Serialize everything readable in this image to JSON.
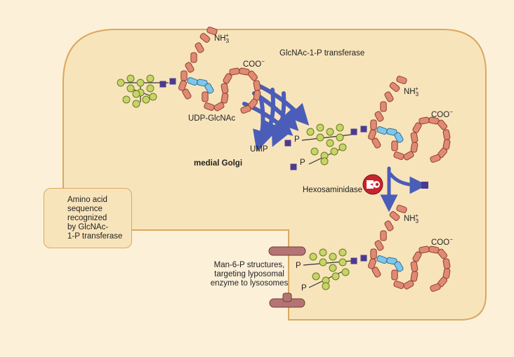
{
  "labels": {
    "enzyme_transferase": "GlcNAc-1-P transferase",
    "donor": "UDP-GlcNAc",
    "byproduct": "UMP",
    "compartment": "medial Golgi",
    "enzyme_hexosaminidase": "Hexosaminidase",
    "man6p_note": "Man-6-P structures,\ntargeting lyposomal\nenzyme to lysosomes",
    "legend": "Amino acid\nsequence\nrecognized\nby GlcNAc-\n1-P transferase",
    "n_terminus": "NH",
    "n_terminus_sub": "3",
    "n_terminus_sup": "+",
    "c_terminus": "COO",
    "c_terminus_sup": "−",
    "phosphate": "P"
  },
  "colors": {
    "background": "#fdf0d9",
    "golgi_fill": "#f8e4bb",
    "golgi_stroke": "#d9a860",
    "amino_acid": "#e08a73",
    "amino_acid_stroke": "#8e3e2e",
    "recognition_seq": "#7ec6ea",
    "mannose": "#c6d468",
    "mannose_stroke": "#6a7d1e",
    "glcnac": "#4a3b91",
    "arrow": "#4a5db9",
    "membrane_protein": "#b57474"
  },
  "icons": {
    "hexosaminidase": "hexosaminidase-enzyme-icon"
  }
}
